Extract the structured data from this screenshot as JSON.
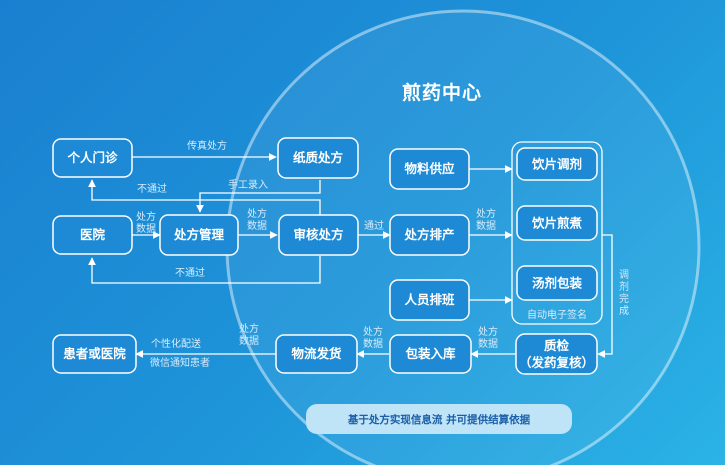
{
  "center": {
    "title": "煎药中心"
  },
  "nodes": {
    "personal_clinic": "个人门诊",
    "hospital": "医院",
    "paper_rx": "纸质处方",
    "rx_management": "处方管理",
    "review_rx": "审核处方",
    "rx_scheduling": "处方排产",
    "material_supply": "物料供应",
    "staff_scheduling": "人员排班",
    "yinpian_dispensing": "饮片调剂",
    "yinpian_decoction": "饮片煎煮",
    "decoction_packaging": "汤剂包装",
    "quality_check_line1": "质检",
    "quality_check_line2": "（发药复核）",
    "packaging_storage": "包装入库",
    "logistics_shipping": "物流发货",
    "patient_or_hospital": "患者或医院"
  },
  "edge_labels": {
    "fax_rx": "传真处方",
    "not_pass_top": "不通过",
    "manual_entry": "手工录入",
    "rx_data_line1": "处方",
    "rx_data_line2": "数据",
    "pass": "通过",
    "not_pass_bottom": "不通过",
    "e_signature": "自动电子签名",
    "dispense_done_chars": [
      "调",
      "剂",
      "完",
      "成"
    ],
    "personalized_delivery": "个性化配送",
    "wechat_notify": "微信通知患者"
  },
  "banner": {
    "text": "基于处方实现信息流 并可提供结算依据"
  },
  "colors": {
    "background_start": "#1a7fd0",
    "background_end": "#2bb3e6",
    "node_fill": "#1e8ad6",
    "node_border": "#ffffff",
    "line": "#ffffff",
    "banner_fill": "#bfe3f7"
  }
}
